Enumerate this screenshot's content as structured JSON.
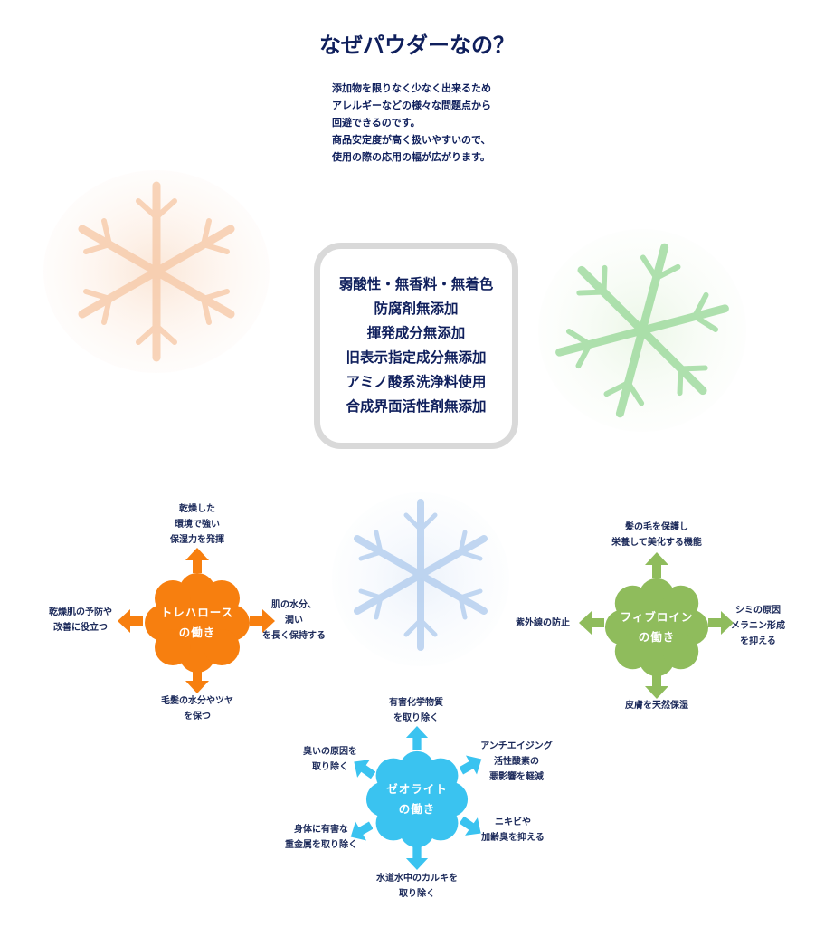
{
  "heading": "なぜパウダーなの？",
  "intro_lines": [
    "添加物を限りなく少なく出来るため",
    "アレルギーなどの様々な問題点から",
    "回避できるのです。",
    "商品安定度が高く扱いやすいので、",
    "使用の際の応用の幅が広がります。"
  ],
  "features": [
    "弱酸性・無香料・無着色",
    "防腐剤無添加",
    "揮発成分無添加",
    "旧表示指定成分無添加",
    "アミノ酸系洗浄料使用",
    "合成界面活性剤無添加"
  ],
  "trehalose": {
    "color": "#f77f0f",
    "title": [
      "トレハロース",
      "の働き"
    ],
    "top": [
      "乾燥した",
      "環境で強い",
      "保湿力を発揮"
    ],
    "left": [
      "乾燥肌の予防や",
      "改善に役立つ"
    ],
    "right": [
      "肌の水分、",
      "潤い",
      "を長く保持する"
    ],
    "bottom": [
      "毛髪の水分やツヤ",
      "を保つ"
    ]
  },
  "fibroin": {
    "color": "#8fbc5c",
    "title": [
      "フィブロイン",
      "の働き"
    ],
    "top": [
      "髪の毛を保護し",
      "栄養して美化する機能"
    ],
    "left": [
      "紫外線の防止"
    ],
    "right": [
      "シミの原因",
      "メラニン形成",
      "を抑える"
    ],
    "bottom": [
      "皮膚を天然保湿"
    ]
  },
  "zeolite": {
    "color": "#3ac3f0",
    "title": [
      "ゼオライト",
      "の働き"
    ],
    "top": [
      "有害化学物質",
      "を取り除く"
    ],
    "top_left": [
      "臭いの原因を",
      "取り除く"
    ],
    "top_right": [
      "アンチエイジング",
      "活性酸素の",
      "悪影響を軽減"
    ],
    "bottom_left": [
      "身体に有害な",
      "重金属を取り除く"
    ],
    "bottom_right": [
      "ニキビや",
      "加齢臭を抑える"
    ],
    "bottom": [
      "水道水中のカルキを",
      "取り除く"
    ]
  },
  "decor_colors": {
    "flake_orange": "#f6c7a4",
    "flake_green": "#8fd58f",
    "flake_blue": "#a9c7ec",
    "box_border": "#d9d9d9",
    "text_navy": "#0f1f5c"
  }
}
